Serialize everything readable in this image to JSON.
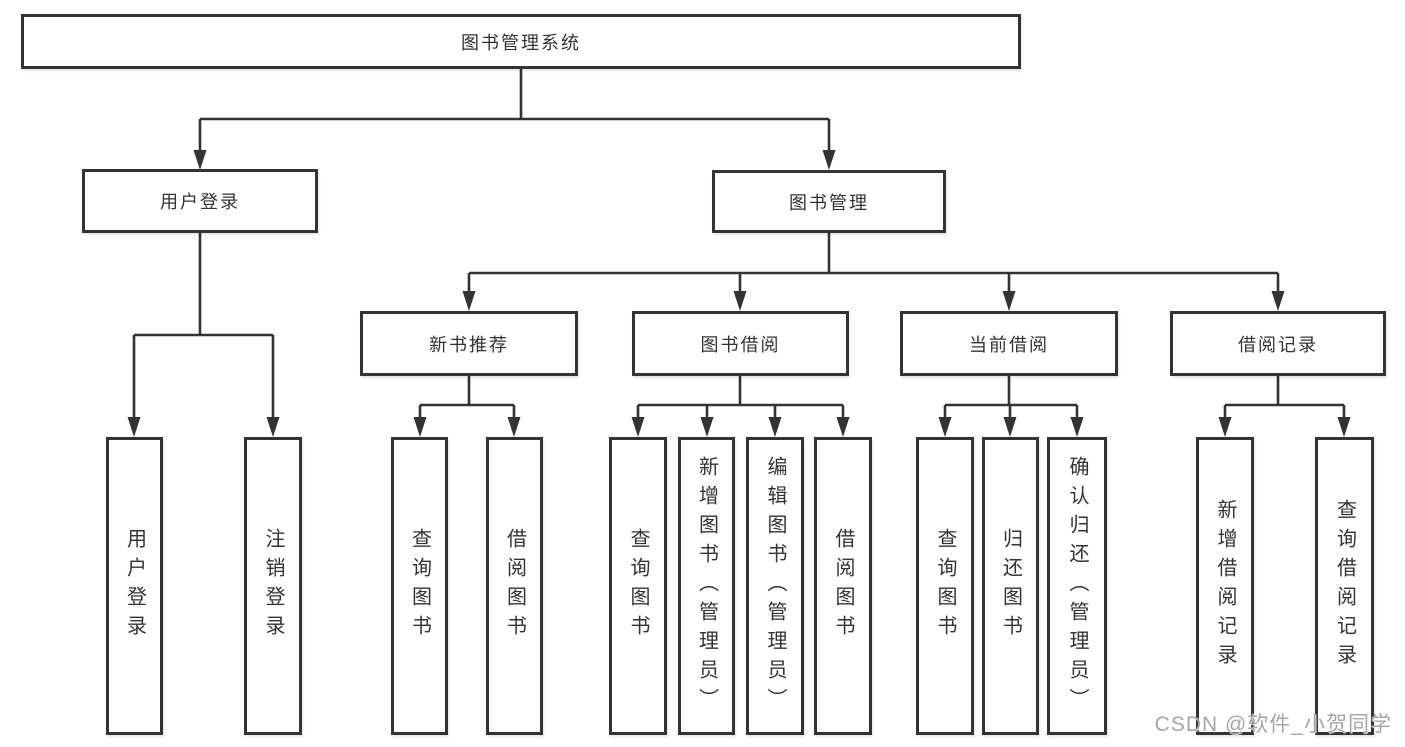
{
  "diagram": {
    "root": {
      "label": "图书管理系统",
      "children": [
        {
          "label": "用户登录",
          "children": [
            {
              "label": "用户登录"
            },
            {
              "label": "注销登录"
            }
          ]
        },
        {
          "label": "图书管理",
          "children": [
            {
              "label": "新书推荐",
              "children": [
                {
                  "label": "查询图书"
                },
                {
                  "label": "借阅图书"
                }
              ]
            },
            {
              "label": "图书借阅",
              "children": [
                {
                  "label": "查询图书"
                },
                {
                  "label": "新增图书（管理员）"
                },
                {
                  "label": "编辑图书（管理员）"
                },
                {
                  "label": "借阅图书"
                }
              ]
            },
            {
              "label": "当前借阅",
              "children": [
                {
                  "label": "查询图书"
                },
                {
                  "label": "归还图书"
                },
                {
                  "label": "确认归还（管理员）"
                }
              ]
            },
            {
              "label": "借阅记录",
              "children": [
                {
                  "label": "新增借阅记录"
                },
                {
                  "label": "查询借阅记录"
                }
              ]
            }
          ]
        }
      ]
    }
  },
  "watermark": {
    "text": "CSDN @软件_小贺同学",
    "color": "#a6a6a6"
  },
  "colors": {
    "line": "#333333",
    "text": "#333333",
    "background": "#ffffff"
  }
}
